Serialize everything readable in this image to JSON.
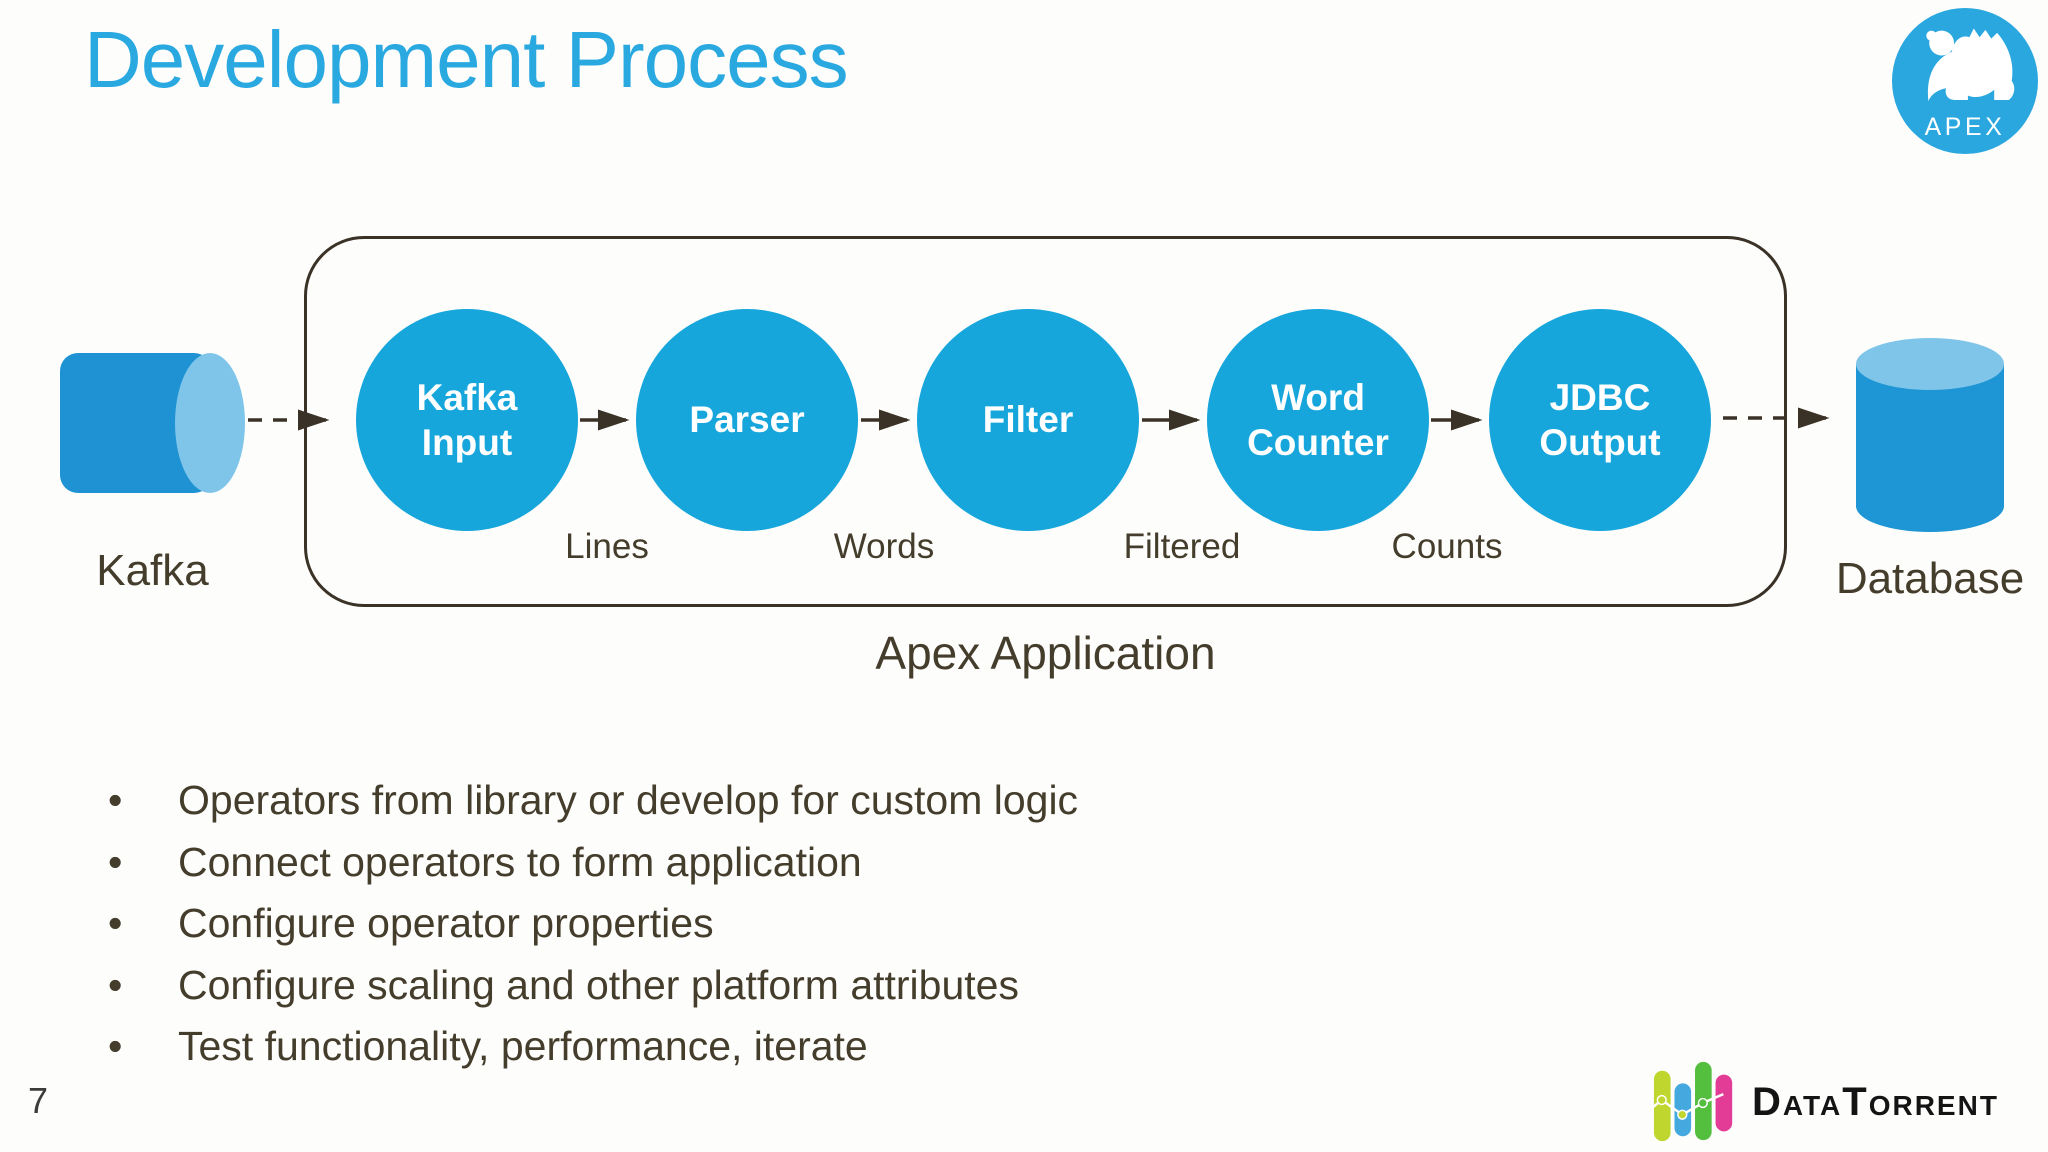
{
  "slide": {
    "title": "Development Process",
    "page_number": "7"
  },
  "colors": {
    "title_blue": "#2AA9E1",
    "node_blue": "#17A6DB",
    "cylinder_blue": "#1E92D2",
    "cylinder_light": "#7FC5EA",
    "dark_text": "#443D2C",
    "arrow_stroke": "#3A3226",
    "apex_logo_blue": "#2AA7DF",
    "dt_yellowgreen": "#BFD62E",
    "dt_blue": "#45A8DF",
    "dt_green": "#54BE3E",
    "dt_pink": "#E23C97"
  },
  "diagram": {
    "container_label": "Apex Application",
    "source": {
      "label": "Kafka"
    },
    "sink": {
      "label": "Database"
    },
    "nodes": [
      {
        "label": "Kafka\nInput"
      },
      {
        "label": "Parser"
      },
      {
        "label": "Filter"
      },
      {
        "label": "Word\nCounter"
      },
      {
        "label": "JDBC\nOutput"
      }
    ],
    "edge_labels": [
      "Lines",
      "Words",
      "Filtered",
      "Counts"
    ]
  },
  "bullets": [
    "Operators from library or develop for custom logic",
    "Connect operators to form application",
    "Configure operator properties",
    "Configure scaling and other platform attributes",
    "Test functionality, performance, iterate"
  ],
  "logos": {
    "apex": {
      "text": "APEX"
    },
    "datatorrent": {
      "text": "DataTorrent"
    }
  }
}
